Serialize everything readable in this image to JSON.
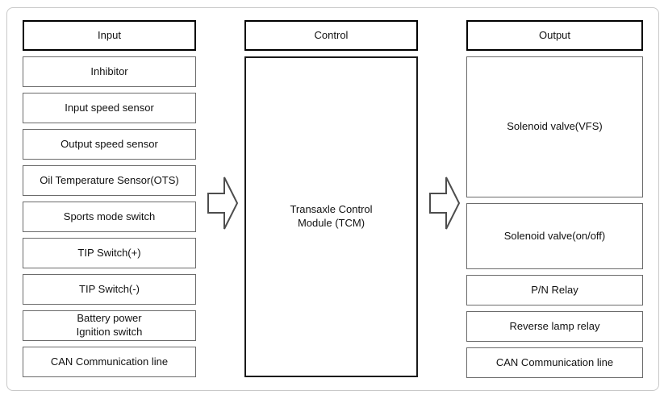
{
  "input_column": {
    "header": "Input",
    "items": [
      "Inhibitor",
      "Input speed sensor",
      "Output speed sensor",
      "Oil Temperature Sensor(OTS)",
      "Sports mode switch",
      "TIP Switch(+)",
      "TIP Switch(-)",
      "Battery power\nIgnition switch",
      "CAN Communication line"
    ]
  },
  "control_column": {
    "header": "Control",
    "module": "Transaxle Control\nModule (TCM)"
  },
  "output_column": {
    "header": "Output",
    "items": [
      "Solenoid valve(VFS)",
      "Solenoid valve(on/off)",
      "P/N Relay",
      "Reverse lamp relay",
      "CAN Communication line"
    ]
  },
  "icons": {
    "arrow_input_to_control": "block-arrow-right",
    "arrow_control_to_output": "block-arrow-right"
  },
  "colors": {
    "frame_border": "#c9c9c9",
    "header_border": "#000000",
    "item_border": "#6b6b6b",
    "module_border": "#1a1a1a",
    "arrow_outline": "#4d4d4d",
    "text": "#111111",
    "background": "#ffffff"
  }
}
